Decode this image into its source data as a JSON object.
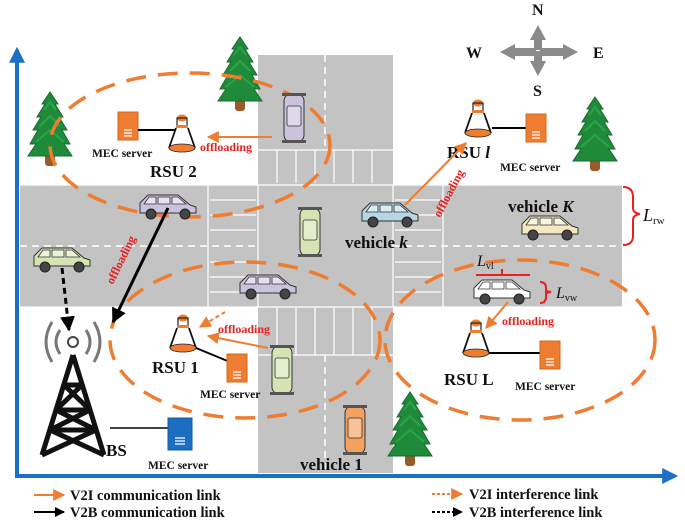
{
  "compass": {
    "north": "N",
    "south": "S",
    "east": "E",
    "west": "W"
  },
  "rsu_labels": {
    "rsu2": "RSU 2",
    "rsu_l_small": "RSU",
    "rsu_l_small_index": "l",
    "rsu1": "RSU 1",
    "rsu_L": "RSU L"
  },
  "mec_label": "MEC server",
  "offloading_label": "offloading",
  "base_station_label": "BS",
  "vehicles": {
    "vehicle_k": "vehicle",
    "vehicle_k_index": "k",
    "vehicle_K": "vehicle",
    "vehicle_K_index": "K",
    "vehicle_1": "vehicle 1"
  },
  "dimensions": {
    "road_width": "L",
    "road_width_sub": "rw",
    "vehicle_length": "L",
    "vehicle_length_sub": "vl",
    "vehicle_width": "L",
    "vehicle_width_sub": "vw"
  },
  "legend": {
    "v2i_comm": "V2I communication link",
    "v2b_comm": "V2B communication link",
    "v2i_interf": "V2I interference link",
    "v2b_interf": "V2B interference link"
  },
  "colors": {
    "road": "#c3c3c3",
    "orange": "#ee7d31",
    "red_text": "#e8201e",
    "axis_blue": "#1b6fc4",
    "tree_green": "#1f8a3a",
    "trunk": "#9a5a2a",
    "bs_server": "#1c6fc0",
    "mec_orange": "#ee7d31"
  }
}
